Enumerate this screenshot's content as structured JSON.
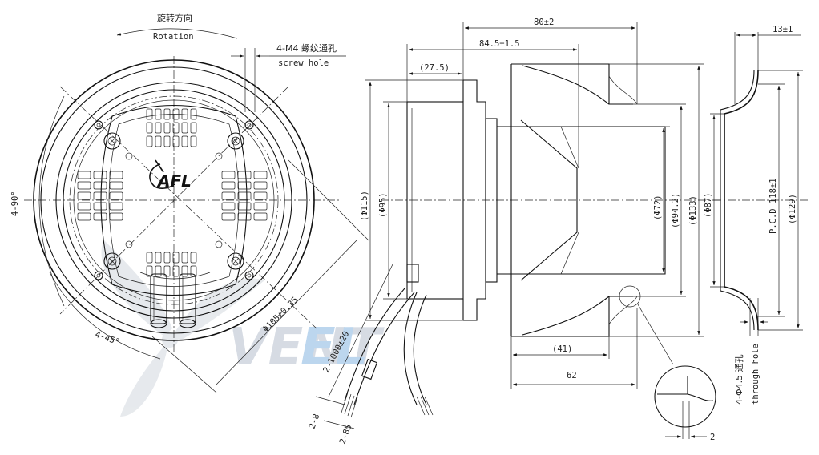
{
  "watermark": {
    "text_main": "VENT",
    "text_accent": "EL"
  },
  "logo": {
    "text": "AFL"
  },
  "front_view": {
    "rotation_cn": "旋转方向",
    "rotation_en": "Rotation",
    "screw_hole_cn": "4-M4 螺纹通孔",
    "screw_hole_en": "screw hole",
    "angle_90": "4-90°",
    "angle_45": "4-45°",
    "pcd_front": "Φ105±0.35",
    "cable_length": "2-1000±20",
    "strip_2_8": "2-8",
    "strip_2_85": "2-85"
  },
  "side_view": {
    "width_total": "80±2",
    "width_mid": "84.5±1.5",
    "width_left": "(27.5)",
    "dia_115": "(Φ115)",
    "dia_95": "(Φ95)",
    "dia_72": "(Φ72)",
    "dia_94_2": "(Φ94.2)",
    "dia_133": "(Φ133)",
    "depth_41": "(41)",
    "depth_62": "62",
    "detail_2": "2"
  },
  "flange_view": {
    "thickness": "13±1",
    "dia_87": "(Φ87)",
    "pcd": "P.C.D 118±1",
    "dia_129": "(Φ129)",
    "hole_cn": "4-Φ4.5 通孔",
    "hole_en": "through hole"
  }
}
